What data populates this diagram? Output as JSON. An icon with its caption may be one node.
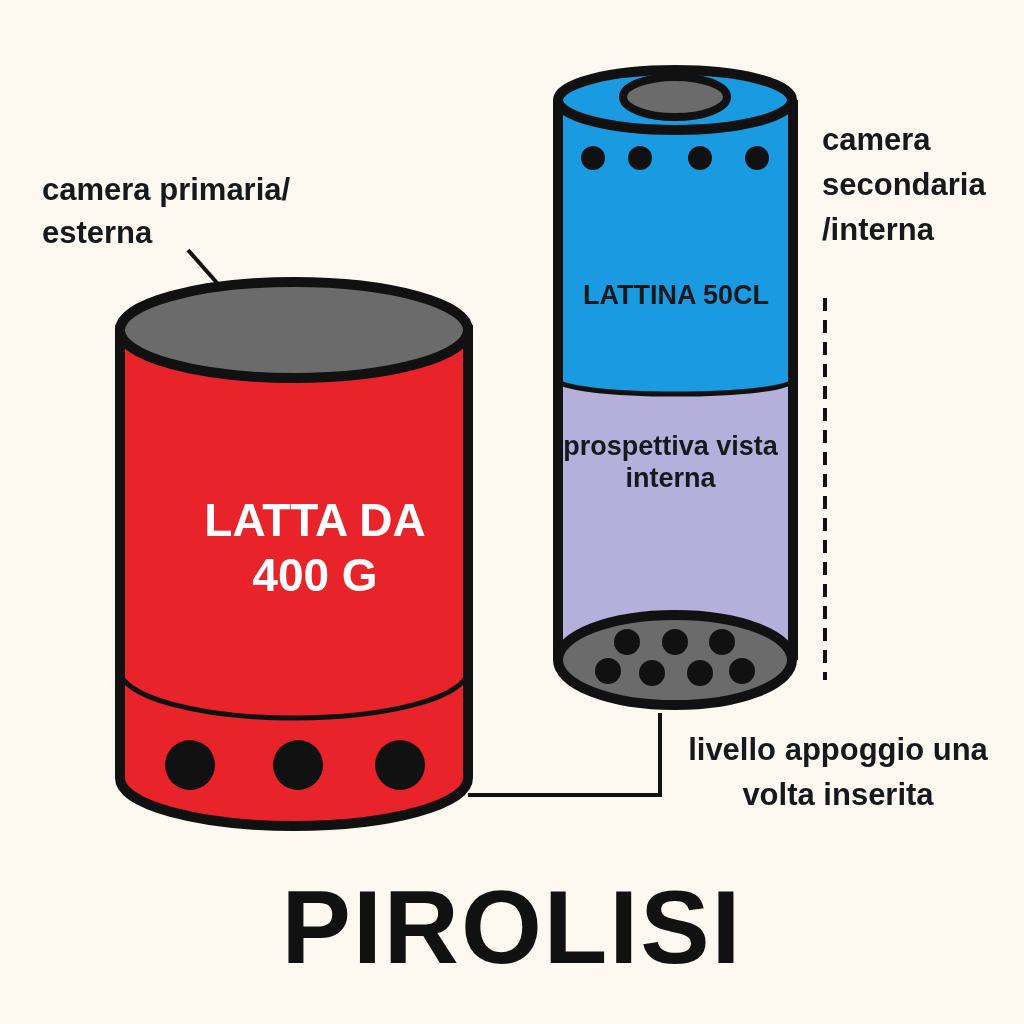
{
  "diagram": {
    "title": "PIROLISI",
    "nodes": [
      {
        "text": [
          "camera primaria/ esterna"
        ]
      },
      {
        "text": [
          "LATTA DA 400 G"
        ]
      },
      {
        "text": [
          "LATTINA 50CL",
          "prospettiva vista interna"
        ]
      }
    ],
    "edges": [
      {
        "from": 0,
        "to": 1,
        "arrow": "none"
      },
      {
        "from": 1,
        "to": 2,
        "arrow": "none"
      }
    ],
    "labels": [
      "camera secondaria /interna",
      "livello appoggio una volta inserita"
    ]
  }
}
